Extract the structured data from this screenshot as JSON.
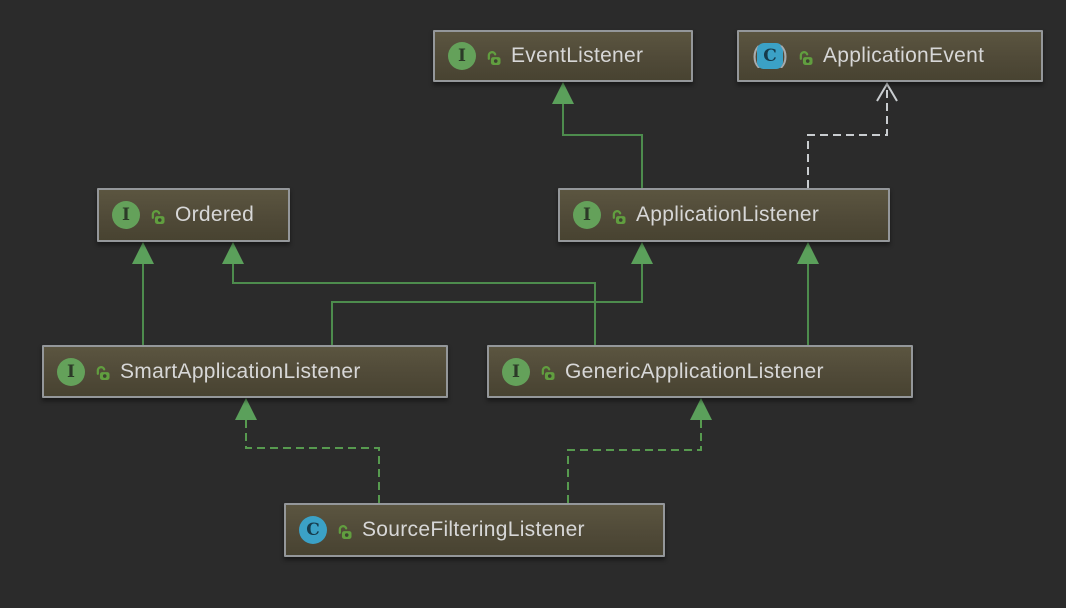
{
  "diagram": {
    "background_color": "#2b2b2b",
    "node_fill_top": "#5b5540",
    "node_fill_bottom": "#484331",
    "node_border_color": "#94979a",
    "label_color": "#d7d7d7",
    "interface_icon_color": "#64a15a",
    "class_icon_color": "#3ba1c6",
    "lock_icon_color": "#619e3f",
    "solid_edge_color": "#4d8c4d",
    "dashed_green_edge_color": "#579a4f",
    "dashed_gray_edge_color": "#c9cdd0",
    "icons": {
      "interface_letter": "I",
      "class_letter": "C",
      "paren_open": "(",
      "paren_close": ")"
    },
    "nodes": [
      {
        "id": "event-listener",
        "label": "EventListener",
        "kind": "interface"
      },
      {
        "id": "application-event",
        "label": "ApplicationEvent",
        "kind": "abstract-class"
      },
      {
        "id": "ordered",
        "label": "Ordered",
        "kind": "interface"
      },
      {
        "id": "application-listener",
        "label": "ApplicationListener",
        "kind": "interface"
      },
      {
        "id": "smart-application-listener",
        "label": "SmartApplicationListener",
        "kind": "interface"
      },
      {
        "id": "generic-application-listener",
        "label": "GenericApplicationListener",
        "kind": "interface"
      },
      {
        "id": "source-filtering-listener",
        "label": "SourceFilteringListener",
        "kind": "class"
      }
    ],
    "edges": [
      {
        "from": "ApplicationListener",
        "to": "EventListener",
        "relation": "extends",
        "style": "solid-green"
      },
      {
        "from": "ApplicationListener",
        "to": "ApplicationEvent",
        "relation": "dependency",
        "style": "dashed-gray"
      },
      {
        "from": "SmartApplicationListener",
        "to": "Ordered",
        "relation": "extends",
        "style": "solid-green"
      },
      {
        "from": "GenericApplicationListener",
        "to": "Ordered",
        "relation": "extends",
        "style": "solid-green"
      },
      {
        "from": "SmartApplicationListener",
        "to": "ApplicationListener",
        "relation": "extends",
        "style": "solid-green"
      },
      {
        "from": "GenericApplicationListener",
        "to": "ApplicationListener",
        "relation": "extends",
        "style": "solid-green"
      },
      {
        "from": "SourceFilteringListener",
        "to": "SmartApplicationListener",
        "relation": "implements",
        "style": "dashed-green"
      },
      {
        "from": "SourceFilteringListener",
        "to": "GenericApplicationListener",
        "relation": "implements",
        "style": "dashed-green"
      }
    ]
  }
}
